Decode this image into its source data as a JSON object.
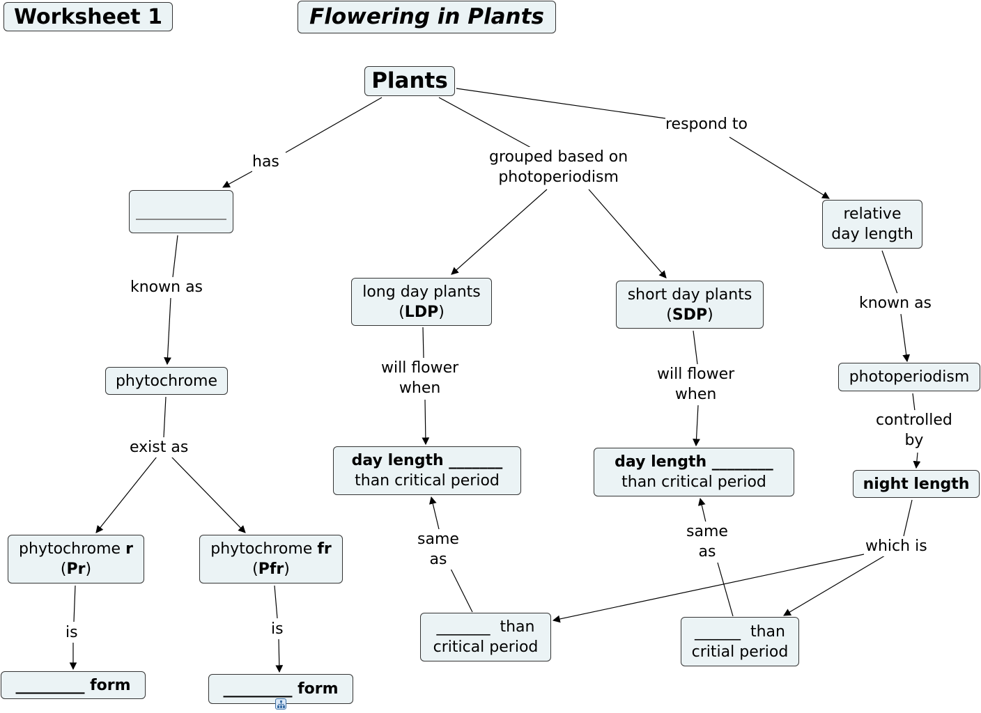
{
  "titles": {
    "worksheet": "Worksheet 1",
    "topic": "Flowering in Plants"
  },
  "concepts": {
    "plants": "Plants",
    "blank_box": "",
    "phytochrome": "phytochrome",
    "pr_line1": "phytochrome ",
    "pr_bold": "r",
    "pr_open": "(",
    "pr_abbr": "Pr",
    "pr_close": ")",
    "pfr_line1": "phytochrome ",
    "pfr_bold": "fr",
    "pfr_open": "(",
    "pfr_abbr": "Pfr",
    "pfr_close": ")",
    "pr_form_blank": "_________",
    "pr_form": " form",
    "pfr_form_blank": "_________",
    "pfr_form": " form",
    "ldp_line1": "long day plants",
    "ldp_open": "(",
    "ldp_abbr": "LDP",
    "ldp_close": ")",
    "sdp_line1": "short day plants",
    "sdp_open": "(",
    "sdp_abbr": "SDP",
    "sdp_close": ")",
    "ldp_day_bold": "day length _______",
    "ldp_day_rest": "than critical period",
    "sdp_day_bold": "day length ________",
    "sdp_day_rest": "than critical period",
    "ldp_night_line1": "_______  than",
    "ldp_night_line2": "critical period",
    "sdp_night_line1": "______  than",
    "sdp_night_line2": "critial period",
    "relative_line1": "relative",
    "relative_line2": "day length",
    "photoperiodism": "photoperiodism",
    "night_length": "night length"
  },
  "linking_phrases": {
    "has": "has",
    "grouped_1": "grouped based on",
    "grouped_2": "photoperiodism",
    "respond_to": "respond to",
    "known_as_left": "known as",
    "exist_as": "exist as",
    "is_left": "is",
    "is_right": "is",
    "will_flower_ldp_1": "will flower",
    "will_flower_ldp_2": "when",
    "will_flower_sdp_1": "will flower",
    "will_flower_sdp_2": "when",
    "same_as_ldp_1": "same",
    "same_as_ldp_2": "as",
    "same_as_sdp_1": "same",
    "same_as_sdp_2": "as",
    "known_as_right": "known as",
    "controlled_1": "controlled",
    "controlled_2": "by",
    "which_is": "which is"
  },
  "colors": {
    "node_fill": "#ebf3f5",
    "node_border": "#333333",
    "link": "#000000"
  },
  "icons": {
    "submap": "submap-icon"
  }
}
